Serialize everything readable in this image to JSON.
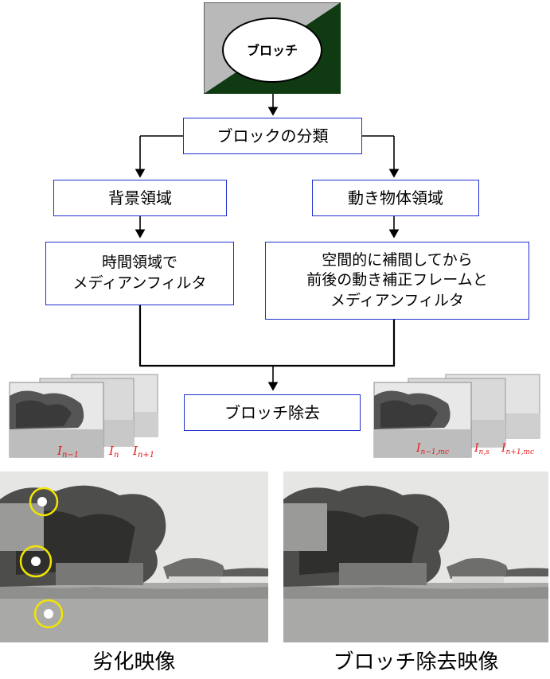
{
  "title_node": {
    "label": "ブロッチ"
  },
  "classify": {
    "label": "ブロックの分類"
  },
  "background": {
    "label": "背景領域"
  },
  "moving": {
    "label": "動き物体領域"
  },
  "temporal_filter": {
    "line1": "時間領域で",
    "line2": "メディアンフィルタ"
  },
  "spatial_filter": {
    "line1": "空間的に補間してから",
    "line2": "前後の動き補正フレームと",
    "line3": "メディアンフィルタ"
  },
  "removal": {
    "label": "ブロッチ除去"
  },
  "left_frames": {
    "labels": [
      "I_{n−1}",
      "I_n",
      "I_{n+1}"
    ]
  },
  "right_frames": {
    "labels": [
      "I_{n−1,mc}",
      "I_{n,s}",
      "I_{n+1,mc}"
    ]
  },
  "captions": {
    "degraded": "劣化映像",
    "restored": "ブロッチ除去映像"
  },
  "colors": {
    "box_border": "#1f2fd0",
    "dark_green": "#0f3a12",
    "gray": "#b9b9b9",
    "circle": "#f2e600",
    "frame_label": "#e11b1b"
  }
}
